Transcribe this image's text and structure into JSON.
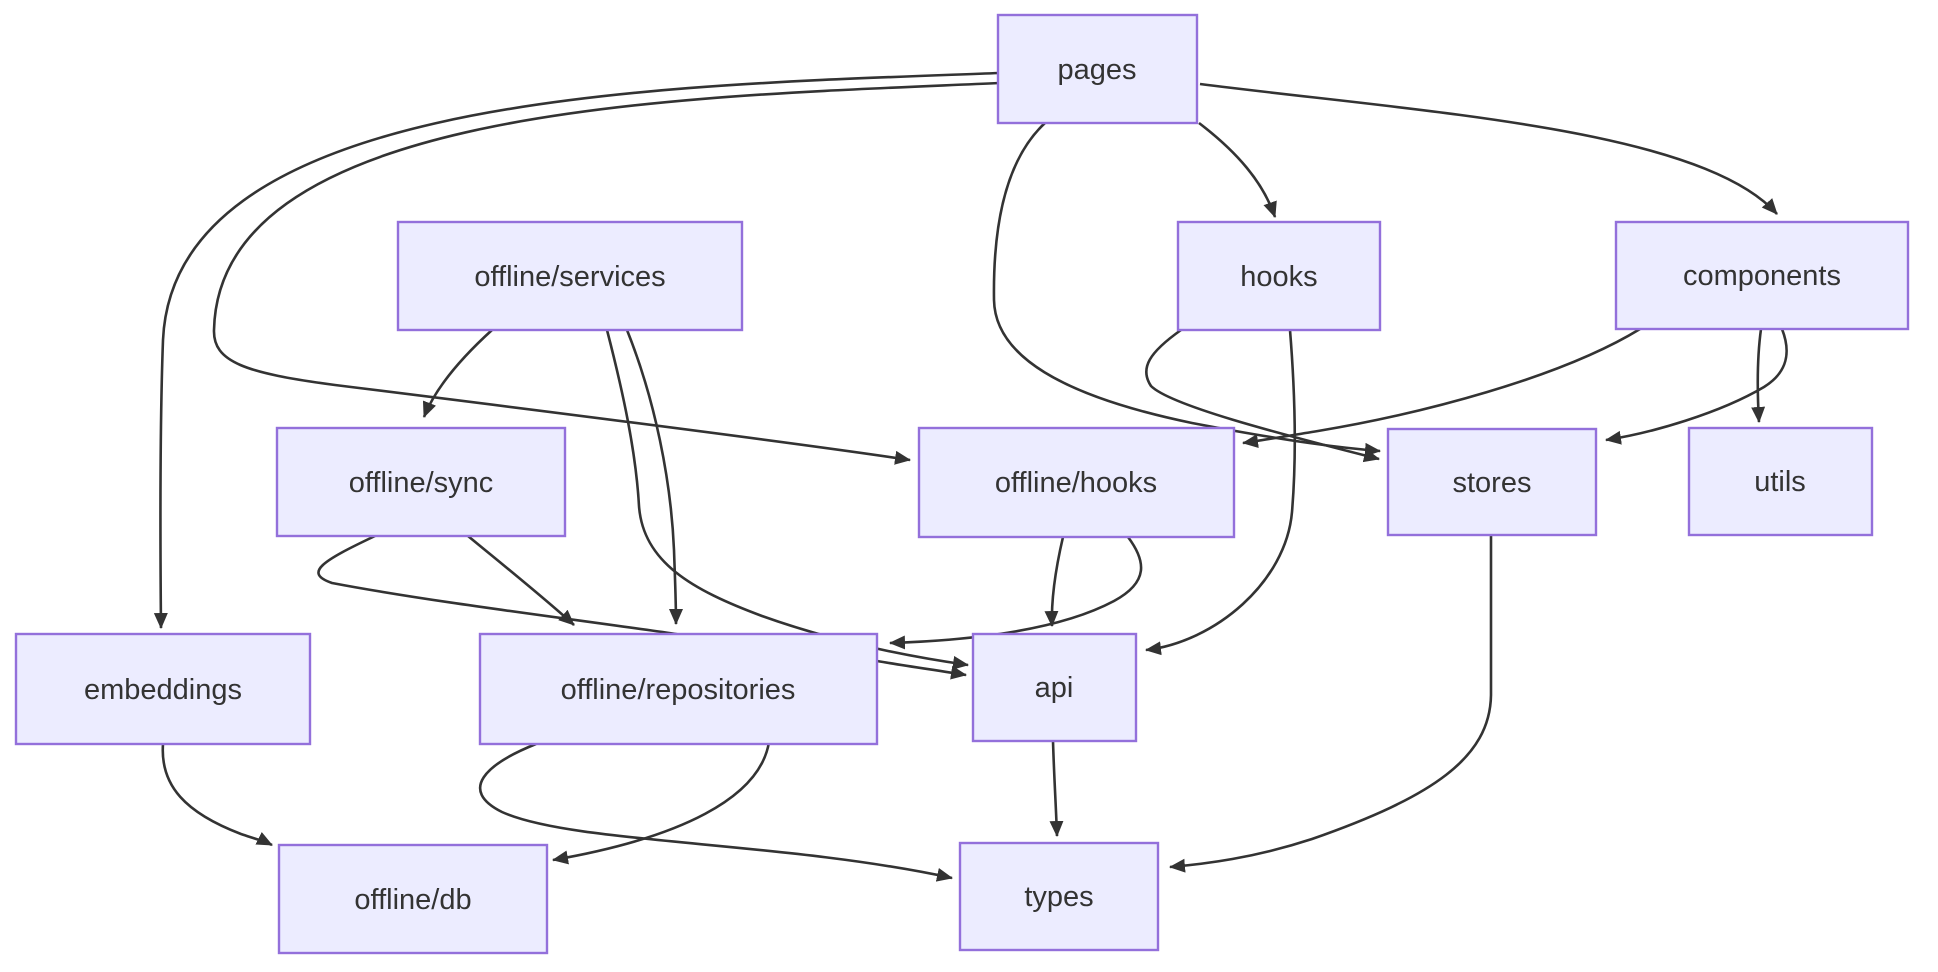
{
  "diagram": {
    "type": "flowchart",
    "direction": "top-down",
    "nodes": [
      {
        "id": "pages",
        "label": "pages"
      },
      {
        "id": "offline-services",
        "label": "offline/services"
      },
      {
        "id": "hooks",
        "label": "hooks"
      },
      {
        "id": "components",
        "label": "components"
      },
      {
        "id": "offline-sync",
        "label": "offline/sync"
      },
      {
        "id": "offline-hooks",
        "label": "offline/hooks"
      },
      {
        "id": "stores",
        "label": "stores"
      },
      {
        "id": "utils",
        "label": "utils"
      },
      {
        "id": "embeddings",
        "label": "embeddings"
      },
      {
        "id": "offline-repositories",
        "label": "offline/repositories"
      },
      {
        "id": "api",
        "label": "api"
      },
      {
        "id": "offline-db",
        "label": "offline/db"
      },
      {
        "id": "types",
        "label": "types"
      }
    ],
    "edges": [
      {
        "from": "pages",
        "to": "hooks"
      },
      {
        "from": "pages",
        "to": "components"
      },
      {
        "from": "pages",
        "to": "stores"
      },
      {
        "from": "pages",
        "to": "embeddings"
      },
      {
        "from": "pages",
        "to": "offline-hooks"
      },
      {
        "from": "hooks",
        "to": "stores"
      },
      {
        "from": "hooks",
        "to": "api"
      },
      {
        "from": "components",
        "to": "stores"
      },
      {
        "from": "components",
        "to": "utils"
      },
      {
        "from": "components",
        "to": "offline-hooks"
      },
      {
        "from": "offline-services",
        "to": "offline-sync"
      },
      {
        "from": "offline-services",
        "to": "offline-repositories"
      },
      {
        "from": "offline-services",
        "to": "api"
      },
      {
        "from": "offline-sync",
        "to": "offline-repositories"
      },
      {
        "from": "offline-sync",
        "to": "offline-db"
      },
      {
        "from": "offline-hooks",
        "to": "api"
      },
      {
        "from": "offline-hooks",
        "to": "offline-repositories"
      },
      {
        "from": "offline-repositories",
        "to": "api"
      },
      {
        "from": "offline-repositories",
        "to": "types"
      },
      {
        "from": "embeddings",
        "to": "offline-db"
      },
      {
        "from": "api",
        "to": "types"
      },
      {
        "from": "stores",
        "to": "types"
      }
    ]
  },
  "theme": {
    "background": "#FFFFFF",
    "node_fill": "#ECECFF",
    "node_border": "#9370DB",
    "edge_color": "#333333",
    "text_color": "#333333"
  }
}
